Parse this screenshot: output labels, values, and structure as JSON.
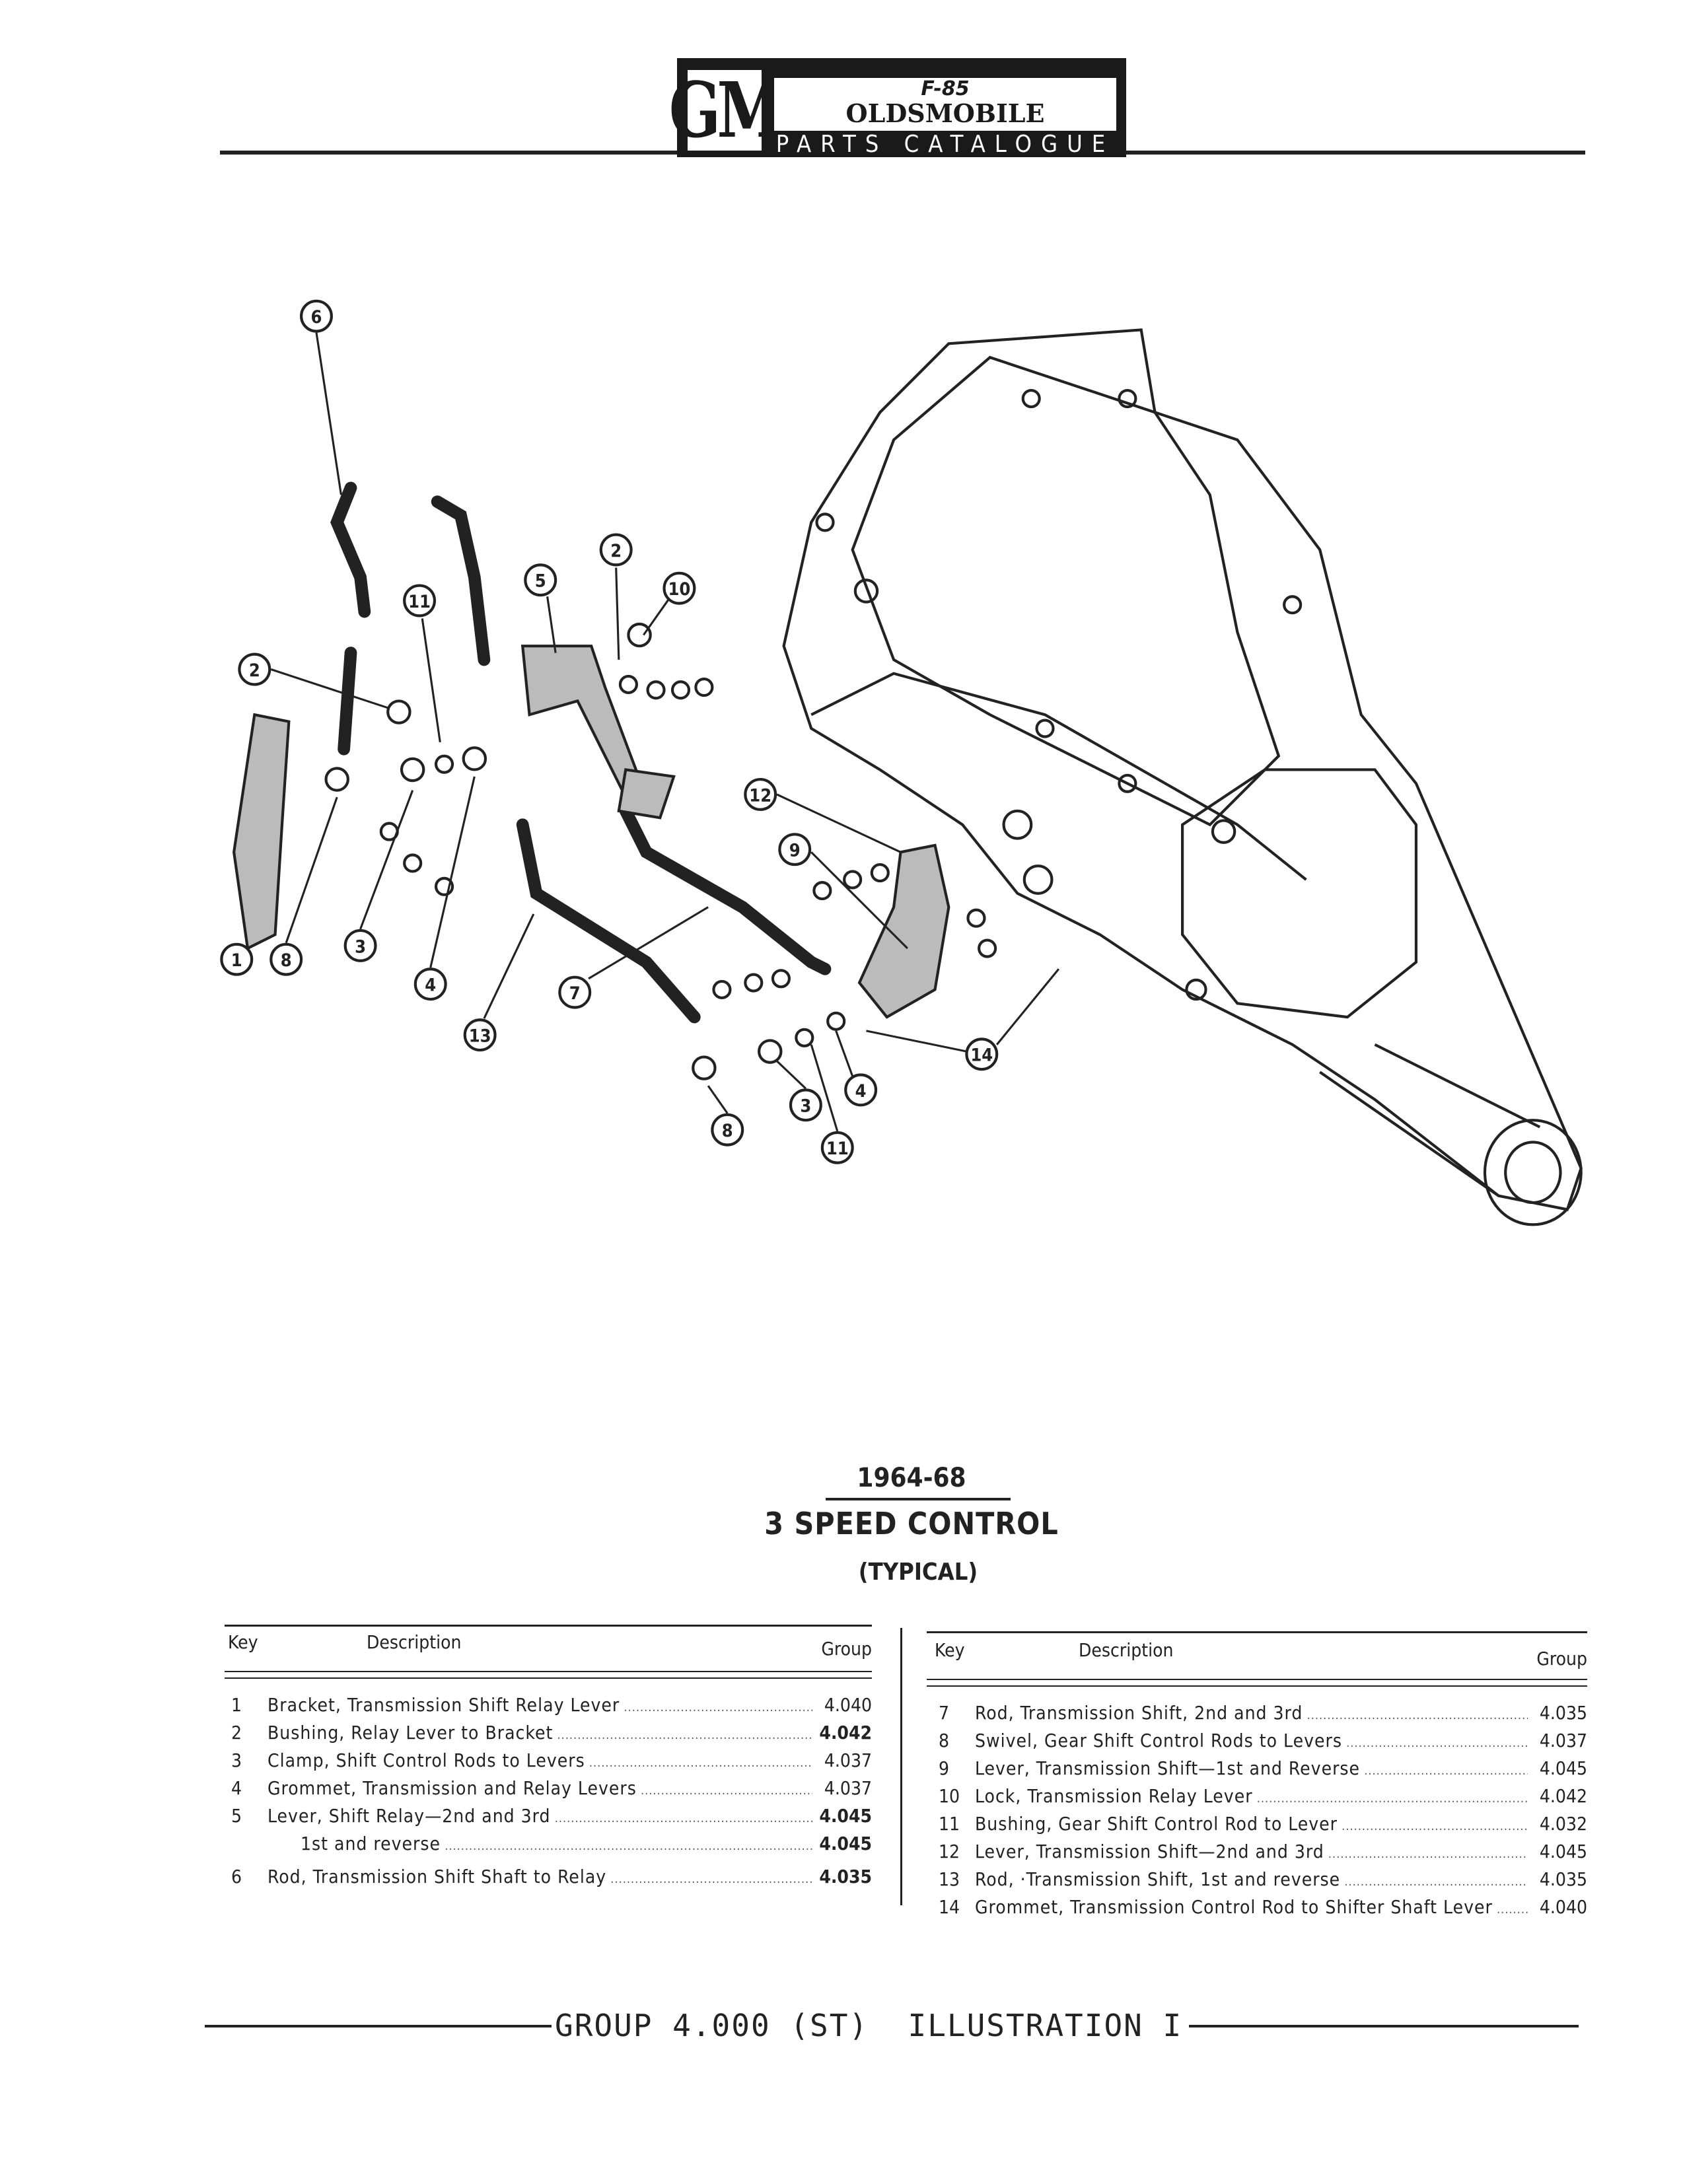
{
  "header": {
    "logo_gm": "GM",
    "logo_model": "F-85",
    "logo_make": "OLDSMOBILE",
    "logo_subtitle": "PARTS CATALOGUE"
  },
  "diagram": {
    "callouts": [
      "6",
      "2",
      "10",
      "5",
      "11",
      "2",
      "12",
      "9",
      "1",
      "8",
      "3",
      "4",
      "13",
      "7",
      "14",
      "4",
      "3",
      "8",
      "11"
    ]
  },
  "caption": {
    "years": "1964-68",
    "title": "3 SPEED CONTROL",
    "subtitle": "(TYPICAL)"
  },
  "table": {
    "headers": {
      "key": "Key",
      "description": "Description",
      "group": "Group"
    },
    "left_rows": [
      {
        "key": "1",
        "description": "Bracket, Transmission Shift Relay Lever",
        "group": "4.040"
      },
      {
        "key": "2",
        "description": "Bushing, Relay Lever to Bracket",
        "group": "4.042"
      },
      {
        "key": "3",
        "description": "Clamp, Shift Control Rods to Levers",
        "group": "4.037"
      },
      {
        "key": "4",
        "description": "Grommet, Transmission and Relay Levers",
        "group": "4.037"
      },
      {
        "key": "5",
        "description": "Lever, Shift Relay—2nd and 3rd",
        "group": "4.045"
      },
      {
        "key": "",
        "description": "1st and reverse",
        "group": "4.045"
      },
      {
        "key": "6",
        "description": "Rod, Transmission Shift Shaft to Relay",
        "group": "4.035"
      }
    ],
    "right_rows": [
      {
        "key": "7",
        "description": "Rod, Transmission Shift, 2nd and 3rd",
        "group": "4.035"
      },
      {
        "key": "8",
        "description": "Swivel, Gear Shift Control Rods to Levers",
        "group": "4.037"
      },
      {
        "key": "9",
        "description": "Lever, Transmission Shift—1st and Reverse",
        "group": "4.045"
      },
      {
        "key": "10",
        "description": "Lock, Transmission Relay Lever",
        "group": "4.042"
      },
      {
        "key": "11",
        "description": "Bushing, Gear Shift Control Rod to Lever",
        "group": "4.032"
      },
      {
        "key": "12",
        "description": "Lever, Transmission Shift—2nd and 3rd",
        "group": "4.045"
      },
      {
        "key": "13",
        "description": "Rod, ·Transmission Shift, 1st and reverse",
        "group": "4.035"
      },
      {
        "key": "14",
        "description": "Grommet, Transmission Control Rod to Shifter Shaft Lever",
        "group": "4.040"
      }
    ]
  },
  "footer": {
    "text": "GROUP 4.000 (ST)  ILLUSTRATION I"
  }
}
